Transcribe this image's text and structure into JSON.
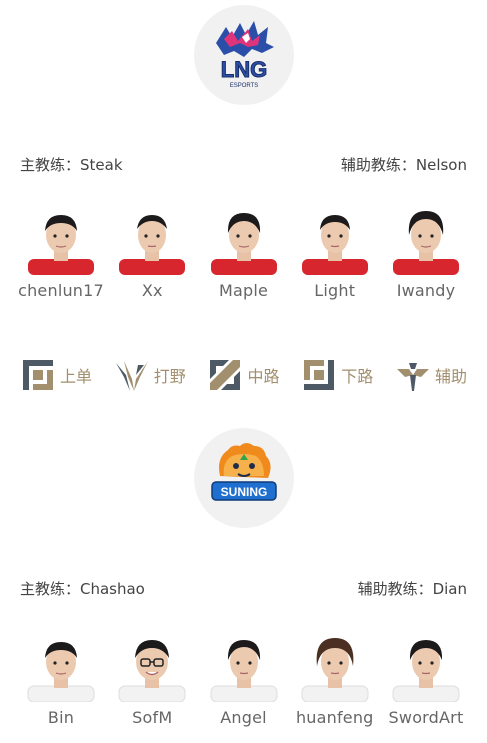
{
  "team1": {
    "logo_text": "LNG",
    "logo_subtext": "ESPORTS",
    "head_coach": "主教练：Steak",
    "assistant_coach": "辅助教练：Nelson",
    "players": [
      "chenlun17",
      "Xx",
      "Maple",
      "Light",
      "Iwandy"
    ],
    "jersey_color": "#d8262e"
  },
  "roles": [
    {
      "icon": "top-lane-icon",
      "label": "上单"
    },
    {
      "icon": "jungle-icon",
      "label": "打野"
    },
    {
      "icon": "mid-lane-icon",
      "label": "中路"
    },
    {
      "icon": "bottom-lane-icon",
      "label": "下路"
    },
    {
      "icon": "support-icon",
      "label": "辅助"
    }
  ],
  "team2": {
    "logo_text": "SUNING",
    "head_coach": "主教练：Chashao",
    "assistant_coach": "辅助教练：Dian",
    "players": [
      "Bin",
      "SofM",
      "Angel",
      "huanfeng",
      "SwordArt"
    ],
    "jersey_color": "#f2f2f2"
  },
  "colors": {
    "role_gold": "#a28f6e",
    "role_dark": "#4d5a66",
    "lng_blue": "#1f3c8f",
    "lng_pink": "#e0347a",
    "suning_blue": "#1f6fd1",
    "suning_orange": "#f08a1c"
  }
}
